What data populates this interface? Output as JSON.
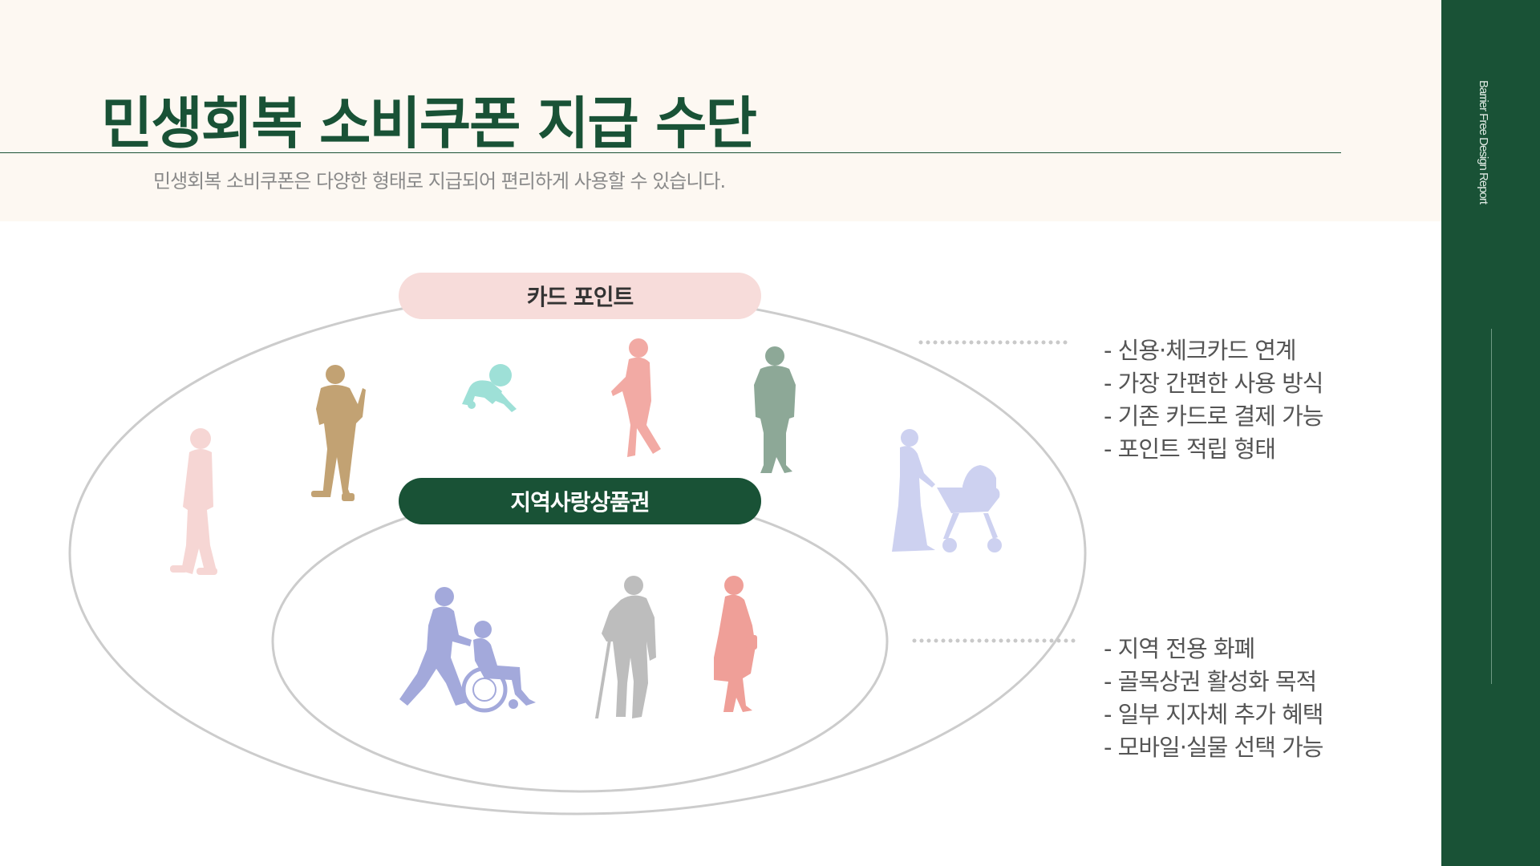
{
  "title": "민생회복 소비쿠폰 지급 수단",
  "subtitle": "민생회복 소비쿠폰은 다양한 형태로 지급되어 편리하게 사용할 수 있습니다.",
  "side_label": "Barrier Free Design Report",
  "card_point": {
    "label": "카드 포인트",
    "features": [
      "- 신용·체크카드 연계",
      "- 가장 간편한 사용 방식",
      "- 기존 카드로 결제 가능",
      "- 포인트 적립 형태"
    ]
  },
  "local_voucher": {
    "label": "지역사랑상품권",
    "features": [
      "- 지역 전용 화폐",
      "- 골목상권 활성화 목적",
      "- 일부 지자체 추가 혜택",
      "- 모바일·실물 선택 가능"
    ]
  },
  "colors": {
    "brand_green": "#195236",
    "card_pill": "#f7dcda",
    "header_band": "#fdf8f2"
  },
  "icons": {
    "outer_group": [
      "elderly-man-icon",
      "waving-man-icon",
      "crawling-baby-icon",
      "walking-woman-icon",
      "standing-man-icon",
      "woman-with-stroller-icon"
    ],
    "inner_group": [
      "wheelchair-caregiver-icon",
      "elderly-with-cane-icon",
      "pregnant-woman-icon"
    ]
  }
}
